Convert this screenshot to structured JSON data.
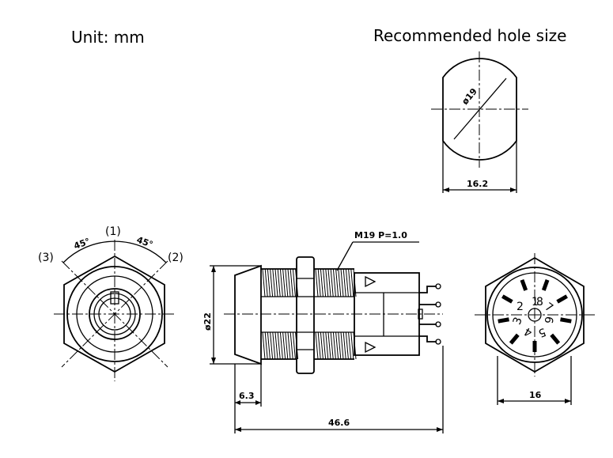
{
  "header": {
    "unit_label": "Unit: mm",
    "hole_title": "Recommended hole size"
  },
  "hole_view": {
    "diameter_label": "ø19",
    "width_label": "16.2"
  },
  "front_view": {
    "pos1_label": "(1)",
    "pos2_label": "(2)",
    "pos3_label": "(3)",
    "angle_left_label": "45°",
    "angle_right_label": "45°"
  },
  "side_view": {
    "thread_label": "M19  P=1.0",
    "diameter_label": "ø22",
    "flange_label": "6.3",
    "length_label": "46.6"
  },
  "rear_view": {
    "width_label": "16",
    "terminal_numbers": [
      "1",
      "2",
      "3",
      "4",
      "5",
      "6",
      "7",
      "8"
    ]
  }
}
